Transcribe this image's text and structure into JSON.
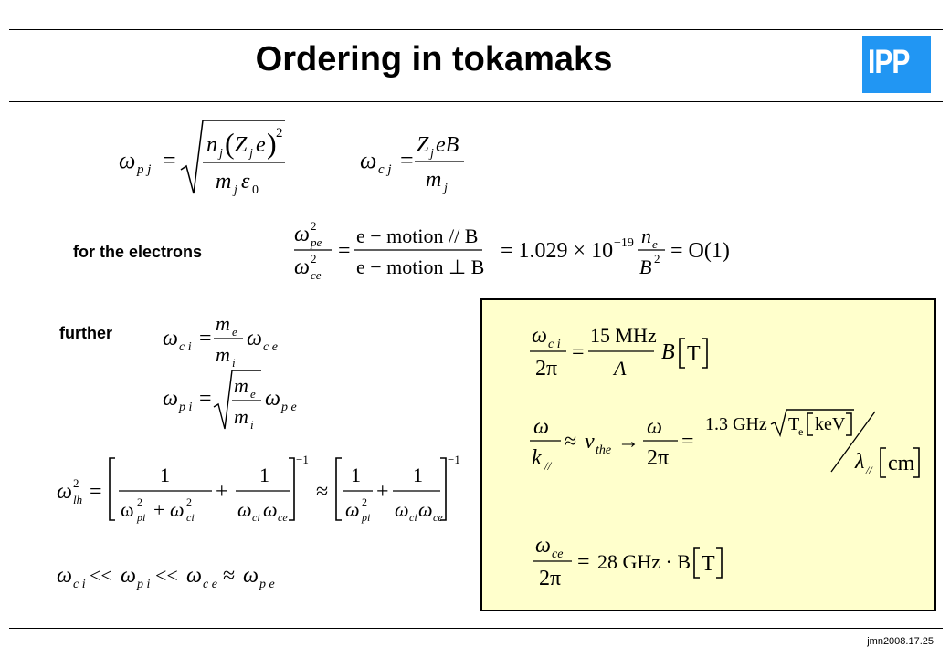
{
  "slide": {
    "title": "Ordering in tokamaks",
    "logo_text": "IPP",
    "logo_color": "#2196f3",
    "box_color": "#ffffcc",
    "labels": {
      "electrons": "for the electrons",
      "further": "further"
    },
    "footer": "jmn2008.17.25"
  },
  "equations": {
    "omega_pj": {
      "lhs": "ω",
      "lhs_sub": "p j",
      "eq": "=",
      "num_n": "n",
      "num_n_sub": "j",
      "num_paren_open": "(",
      "num_Z": "Z",
      "num_Z_sub": "j",
      "num_e": "e",
      "num_paren_close": ")",
      "num_sup": "2",
      "den_m": "m",
      "den_m_sub": "j",
      "den_eps": "ε",
      "den_eps_sub": "0"
    },
    "omega_cj": {
      "lhs": "ω",
      "lhs_sub": "c j",
      "eq": "=",
      "num_Z": "Z",
      "num_Z_sub": "j",
      "num_eB": "eB",
      "den_m": "m",
      "den_m_sub": "j"
    },
    "ratio_electrons": {
      "num_omega": "ω",
      "num_sup": "2",
      "num_sub": "pe",
      "den_omega": "ω",
      "den_sup": "2",
      "den_sub": "ce",
      "eq": "=",
      "frac_num": "e − motion // B",
      "frac_den": "e − motion ⊥ B",
      "eq2": "= 1.029 × 10",
      "exp": "−19",
      "n": "n",
      "n_sub": "e",
      "B": "B",
      "B_sup": "2",
      "tail": "= O(1)"
    },
    "omega_ci": {
      "lhs": "ω",
      "lhs_sub": "c i",
      "eq": "=",
      "num": "m",
      "num_sub": "e",
      "den": "m",
      "den_sub": "i",
      "rhs": "ω",
      "rhs_sub": "c e"
    },
    "omega_pi": {
      "lhs": "ω",
      "lhs_sub": "p i",
      "eq": "=",
      "num": "m",
      "num_sub": "e",
      "den": "m",
      "den_sub": "i",
      "rhs": "ω",
      "rhs_sub": "p e"
    },
    "omega_lh": {
      "lhs": "ω",
      "lhs_sup": "2",
      "lhs_sub": "lh",
      "eq": "=",
      "one": "1",
      "den1_a": "ω",
      "den1_a_sup": "2",
      "den1_a_sub": "pi",
      "plus": "+",
      "den1_b": "ω",
      "den1_b_sup": "2",
      "den1_b_sub": "ci",
      "den2_a": "ω",
      "den2_a_sub": "ci",
      "den2_b": "ω",
      "den2_b_sub": "ce",
      "inv": "−1",
      "approx": "≈",
      "den3": "ω",
      "den3_sup": "2",
      "den3_sub": "pi"
    },
    "ordering": {
      "w": "ω",
      "s1": "c i",
      "lt": "<<",
      "s2": "p i",
      "s3": "c e",
      "approx": "≈",
      "s4": "p e"
    },
    "box_ci": {
      "num": "ω",
      "num_sub": "c i",
      "den": "2π",
      "eq": "=",
      "frac_num": "15 MHz",
      "frac_den": "A",
      "B": "B",
      "unit": "T"
    },
    "box_the": {
      "num1": "ω",
      "den1": "k",
      "den1_sub": "//",
      "approx": "≈",
      "v": "v",
      "v_sub": "the",
      "arrow": "→",
      "num2": "ω",
      "den2": "2π",
      "eq": "=",
      "coef": "1.3 GHz",
      "T": "T",
      "T_sub": "e",
      "unit1": "keV",
      "lambda": "λ",
      "lambda_sub": "//",
      "unit2": "cm"
    },
    "box_ce": {
      "num": "ω",
      "num_sub": "ce",
      "den": "2π",
      "eq": "=",
      "coef": "28 GHz · B",
      "unit": "T"
    }
  }
}
